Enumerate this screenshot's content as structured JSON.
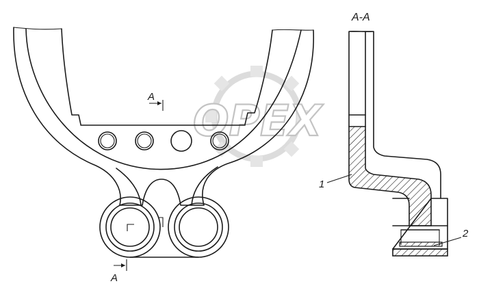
{
  "drawing": {
    "section_mark": "A",
    "section_title": "A-A",
    "callouts": [
      "1",
      "2"
    ],
    "watermark": "OPEX",
    "colors": {
      "line": "#1a1a1a",
      "watermark": "#d9d9d9",
      "background": "#ffffff"
    }
  }
}
